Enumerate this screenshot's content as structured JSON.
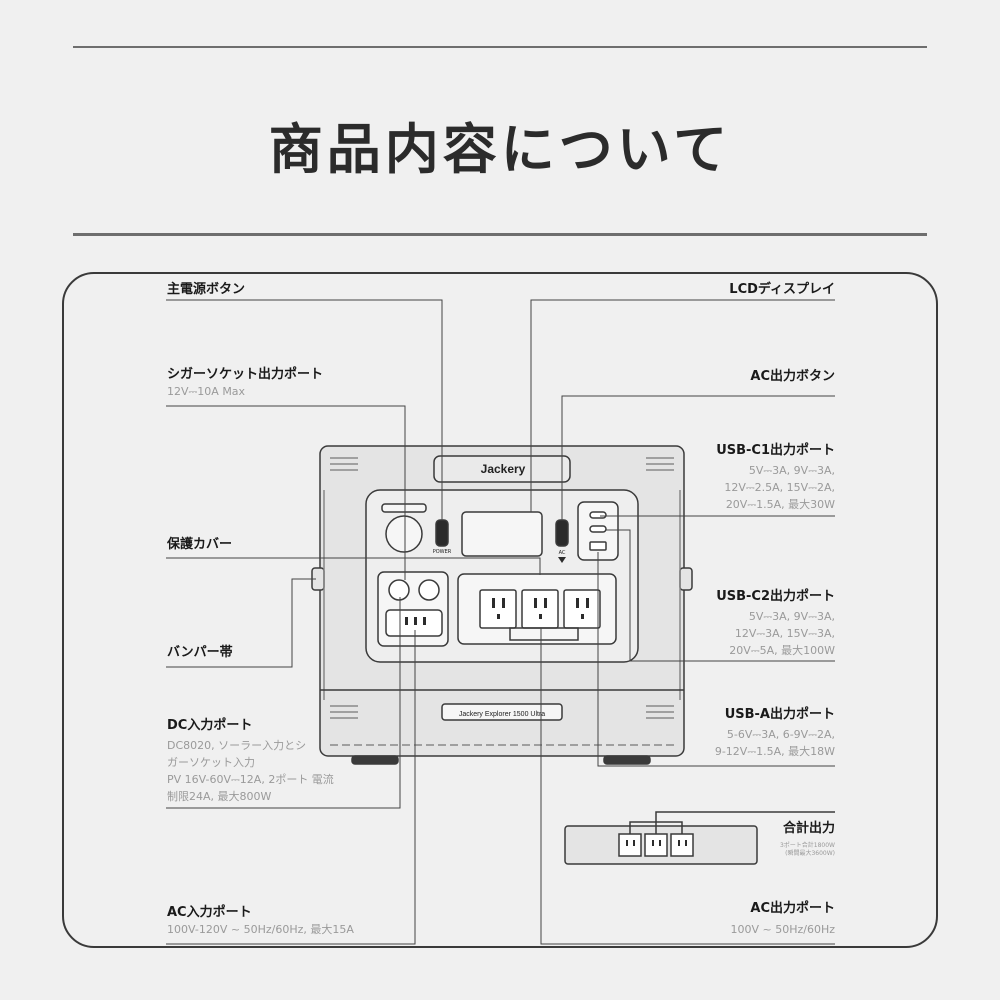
{
  "title": "商品内容について",
  "device": {
    "brand": "Jackery",
    "model_plate": "Jackery Explorer 1500 Ultra",
    "power_label": "POWER",
    "ac_label": "AC"
  },
  "callouts": {
    "main_power": {
      "label": "主電源ボタン"
    },
    "cigar": {
      "label": "シガーソケット出力ポート",
      "spec": [
        "12V⎓10A Max"
      ]
    },
    "cover": {
      "label": "保護カバー"
    },
    "bumper": {
      "label": "バンパー帯"
    },
    "dc_input": {
      "label": "DC入力ポート",
      "spec": [
        "DC8020, ソーラー入力とシ",
        "ガーソケット入力",
        "PV 16V-60V⎓12A, 2ポート 電流",
        "制限24A, 最大800W"
      ]
    },
    "ac_input": {
      "label": "AC入力ポート",
      "spec": [
        "100V-120V ~ 50Hz/60Hz, 最大15A"
      ]
    },
    "lcd": {
      "label": "LCDディスプレイ"
    },
    "ac_button": {
      "label": "AC出力ボタン"
    },
    "usb_c1": {
      "label": "USB-C1出力ポート",
      "spec": [
        "5V⎓3A, 9V⎓3A,",
        "12V⎓2.5A, 15V⎓2A,",
        "20V⎓1.5A, 最大30W"
      ]
    },
    "usb_c2": {
      "label": "USB-C2出力ポート",
      "spec": [
        "5V⎓3A, 9V⎓3A,",
        "12V⎓3A, 15V⎓3A,",
        "20V⎓5A, 最大100W"
      ]
    },
    "usb_a": {
      "label": "USB-A出力ポート",
      "spec": [
        "5-6V⎓3A, 6-9V⎓2A,",
        "9-12V⎓1.5A, 最大18W"
      ]
    },
    "total_output": {
      "label": "合計出力",
      "spec": [
        "3ポート合計1800W",
        "(瞬間最大3600W)"
      ]
    },
    "ac_output": {
      "label": "AC出力ポート",
      "spec": [
        "100V ~ 50Hz/60Hz"
      ]
    }
  },
  "colors": {
    "background": "#f0f0f0",
    "line": "#3a3a3a",
    "device_fill": "#e4e4e4",
    "spec_text": "#9a9a9a"
  }
}
